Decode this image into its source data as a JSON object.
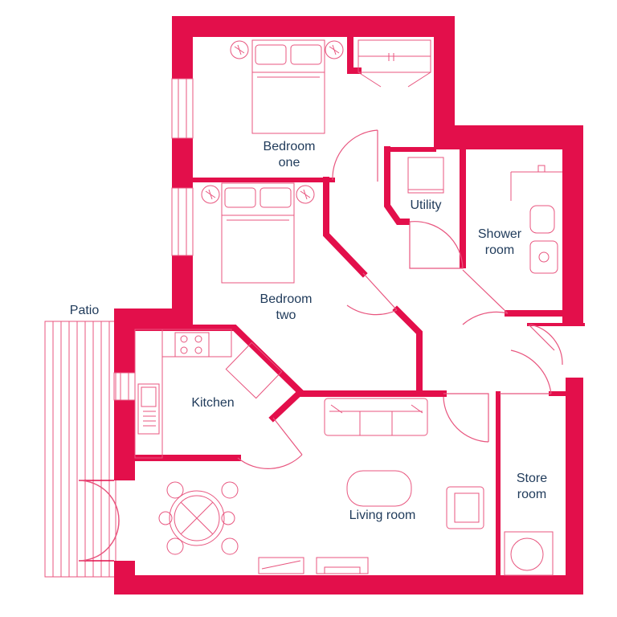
{
  "colors": {
    "wall": "#e30f4b",
    "line": "#e8567f",
    "text": "#1f3a5a",
    "background": "#ffffff"
  },
  "rooms": {
    "bedroom_one": {
      "line1": "Bedroom",
      "line2": "one"
    },
    "bedroom_two": {
      "line1": "Bedroom",
      "line2": "two"
    },
    "utility": {
      "line1": "Utility"
    },
    "shower_room": {
      "line1": "Shower",
      "line2": "room"
    },
    "kitchen": {
      "line1": "Kitchen"
    },
    "living_room": {
      "line1": "Living room"
    },
    "store_room": {
      "line1": "Store",
      "line2": "room"
    },
    "patio": {
      "line1": "Patio"
    }
  }
}
